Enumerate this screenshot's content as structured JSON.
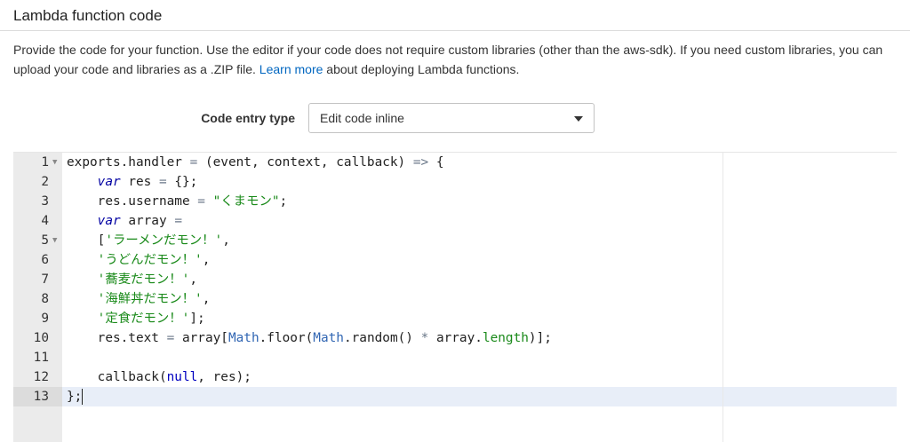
{
  "section": {
    "title": "Lambda function code"
  },
  "description": {
    "text_before": "Provide the code for your function. Use the editor if your code does not require custom libraries (other than the aws-sdk). If you need custom libraries, you can upload your code and libraries as a .ZIP file. ",
    "learn_more_link": "Learn more",
    "text_after": " about deploying Lambda functions."
  },
  "code_entry": {
    "label": "Code entry type",
    "selected": "Edit code inline"
  },
  "editor": {
    "line_numbers": [
      "1",
      "2",
      "3",
      "4",
      "5",
      "6",
      "7",
      "8",
      "9",
      "10",
      "11",
      "12",
      "13"
    ],
    "lines": [
      "exports.handler = (event, context, callback) => {",
      "    var res = {};",
      "    res.username = \"くまモン\";",
      "    var array =",
      "    ['ラーメンだモン！',",
      "    'うどんだモン！',",
      "    '蕎麦だモン！',",
      "    '海鮮丼だモン！',",
      "    '定食だモン！'];",
      "    res.text = array[Math.floor(Math.random() * array.length)];",
      "",
      "    callback(null, res);",
      "};"
    ],
    "tokens": {
      "l1_a": "exports.handler ",
      "l1_op1": "=",
      "l1_b": " (event, context, callback) ",
      "l1_op2": "=>",
      "l1_c": " {",
      "l2_kw": "var",
      "l2_a": " res ",
      "l2_op": "=",
      "l2_b": " {};",
      "l3_a": "res.username ",
      "l3_op": "=",
      "l3_str": " \"くまモン\"",
      "l3_b": ";",
      "l4_kw": "var",
      "l4_a": " array ",
      "l4_op": "=",
      "l5_a": "[",
      "l5_str": "'ラーメンだモン！'",
      "l5_b": ",",
      "l6_str": "'うどんだモン！'",
      "l6_b": ",",
      "l7_str": "'蕎麦だモン！'",
      "l7_b": ",",
      "l8_str": "'海鮮丼だモン！'",
      "l8_b": ",",
      "l9_str": "'定食だモン！'",
      "l9_b": "];",
      "l10_a": "res.text ",
      "l10_op1": "=",
      "l10_b": " array[",
      "l10_lib1": "Math",
      "l10_c": ".",
      "l10_f1": "floor",
      "l10_d": "(",
      "l10_lib2": "Math",
      "l10_e": ".",
      "l10_f2": "random",
      "l10_g": "() ",
      "l10_op2": "*",
      "l10_h": " array.",
      "l10_len": "length",
      "l10_i": ")];",
      "l12_a": "callback(",
      "l12_const": "null",
      "l12_b": ", res);",
      "l13_a": "};"
    },
    "colors": {
      "keyword": "#0000a2",
      "string": "#1a8a1a",
      "library": "#3166b3",
      "operator": "#687687",
      "active_line": "#e8eef8"
    },
    "fold_markers": [
      "1",
      "5"
    ],
    "active_line": "13"
  }
}
